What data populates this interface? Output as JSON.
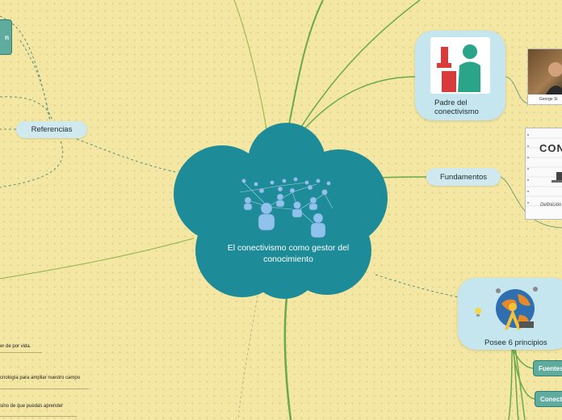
{
  "center": {
    "title": "El conectivismo como gestor del conocimiento"
  },
  "nodes": {
    "referencias": "Referencias",
    "padre": "Padre del conectivismo",
    "fundamentos": "Fundamentos",
    "principios": "Posee 6 principios",
    "fuentes": "Fuentes",
    "conect": "Conect",
    "top_left_partial": "n"
  },
  "images": {
    "george_caption": "George Si",
    "fundamentos_title": "CON",
    "fundamentos_caption": "Definición"
  },
  "leaves": [
    "er de por vida.",
    "cnología para ampliar nuestro campo",
    "sino de que puedas aprender"
  ],
  "colors": {
    "background": "#f3e7a3",
    "cloud": "#1d8c98",
    "link_green": "#6aa84f",
    "node_fill": "#cfe9ef",
    "teal_node": "#5fab9d"
  }
}
